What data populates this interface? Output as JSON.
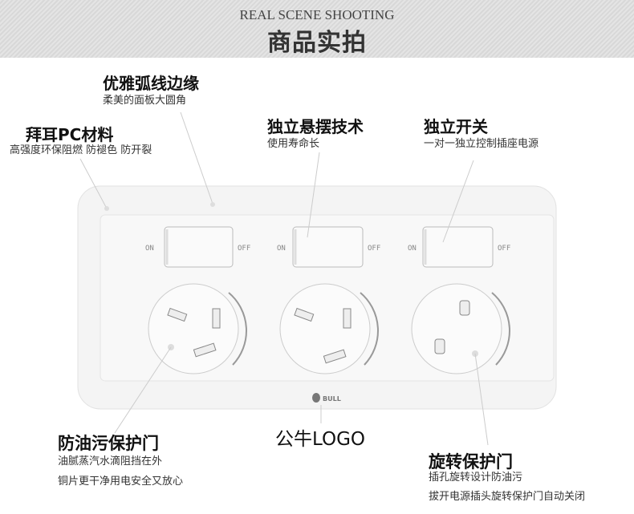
{
  "header": {
    "subtitle_en": "REAL SCENE SHOOTING",
    "title_cn": "商品实拍"
  },
  "features": [
    {
      "title": "优雅弧线边缘",
      "desc": [
        "柔美的面板大圆角"
      ]
    },
    {
      "title": "拜耳PC材料",
      "desc": [
        "高强度环保阻燃 防褪色 防开裂"
      ]
    },
    {
      "title": "独立悬摆技术",
      "desc": [
        "使用寿命长"
      ]
    },
    {
      "title": "独立开关",
      "desc": [
        "一对一独立控制插座电源"
      ]
    },
    {
      "title": "防油污保护门",
      "desc": [
        "油腻蒸汽水滴阻挡在外",
        "铜片更干净用电安全又放心"
      ]
    },
    {
      "title": "公牛LOGO",
      "desc": []
    },
    {
      "title": "旋转保护门",
      "desc": [
        "插孔旋转设计防油污",
        "拔开电源插头旋转保护门自动关闭"
      ]
    }
  ],
  "switch": {
    "on": "ON",
    "off": "OFF"
  },
  "logo": "BULL"
}
